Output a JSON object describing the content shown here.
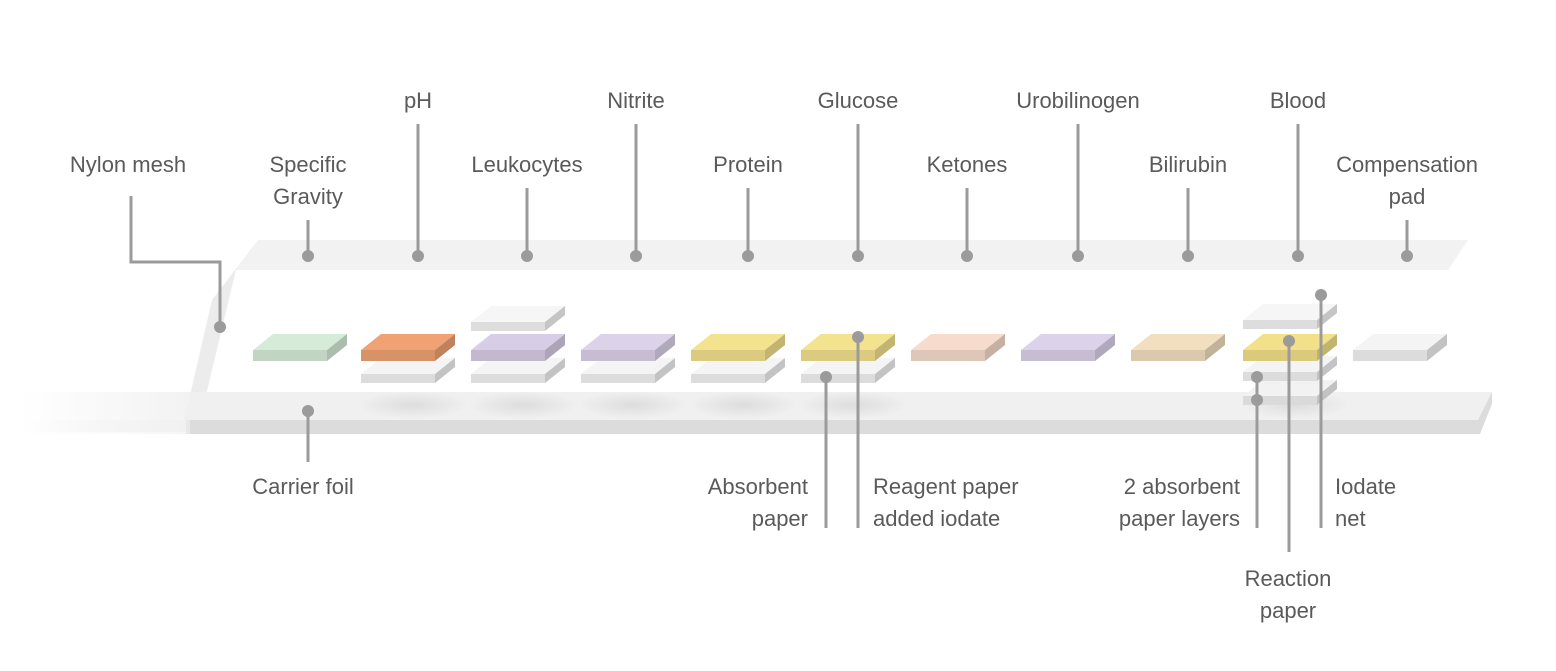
{
  "colors": {
    "leader": "#9b9b9b",
    "text": "#5a5a5a",
    "strip": "#f0f0f0"
  },
  "pads": [
    {
      "name": "Specific Gravity",
      "color": "#d7ecd8",
      "layers": [
        "#d7ecd8"
      ]
    },
    {
      "name": "pH",
      "color": "#f0a274",
      "layers": [
        "#f4f4f4",
        "#f0a274"
      ]
    },
    {
      "name": "Leukocytes",
      "color": "#d8cde6",
      "layers": [
        "#f4f4f4",
        "#d8cde6",
        "#f6f6f6"
      ]
    },
    {
      "name": "Nitrite",
      "color": "#dcd2ea",
      "layers": [
        "#f4f4f4",
        "#dcd2ea"
      ]
    },
    {
      "name": "Protein",
      "color": "#f3e28e",
      "layers": [
        "#f4f4f4",
        "#f3e28e"
      ]
    },
    {
      "name": "Glucose",
      "color": "#f3e28e",
      "layers": [
        "#f4f4f4",
        "#f3e28e"
      ]
    },
    {
      "name": "Ketones",
      "color": "#f7dccd",
      "layers": [
        "#f7dccd"
      ]
    },
    {
      "name": "Urobilinogen",
      "color": "#dcd2ea",
      "layers": [
        "#dcd2ea"
      ]
    },
    {
      "name": "Bilirubin",
      "color": "#f2dfbf",
      "layers": [
        "#f2dfbf"
      ]
    },
    {
      "name": "Blood",
      "color": "#f3e08a",
      "layers": [
        "#f2f2f2",
        "#f4f4f4",
        "#f3e08a",
        "#f6f6f6"
      ]
    },
    {
      "name": "Compensation pad",
      "color": "#f4f4f4",
      "layers": [
        "#f4f4f4"
      ]
    }
  ],
  "labels": {
    "top": [
      {
        "id": "nylon-mesh",
        "lines": [
          "Nylon mesh"
        ]
      },
      {
        "id": "specific-gravity",
        "lines": [
          "Specific",
          "Gravity"
        ]
      },
      {
        "id": "ph",
        "lines": [
          "pH"
        ]
      },
      {
        "id": "leukocytes",
        "lines": [
          "Leukocytes"
        ]
      },
      {
        "id": "nitrite",
        "lines": [
          "Nitrite"
        ]
      },
      {
        "id": "protein",
        "lines": [
          "Protein"
        ]
      },
      {
        "id": "glucose",
        "lines": [
          "Glucose"
        ]
      },
      {
        "id": "ketones",
        "lines": [
          "Ketones"
        ]
      },
      {
        "id": "urobilinogen",
        "lines": [
          "Urobilinogen"
        ]
      },
      {
        "id": "bilirubin",
        "lines": [
          "Bilirubin"
        ]
      },
      {
        "id": "blood",
        "lines": [
          "Blood"
        ]
      },
      {
        "id": "compensation-pad",
        "lines": [
          "Compensation",
          "pad"
        ]
      }
    ],
    "bottom": [
      {
        "id": "carrier-foil",
        "lines": [
          "Carrier foil"
        ]
      },
      {
        "id": "absorbent-paper",
        "lines": [
          "Absorbent",
          "paper"
        ]
      },
      {
        "id": "reagent-paper-added-iodate",
        "lines": [
          "Reagent paper",
          "added iodate"
        ]
      },
      {
        "id": "two-absorbent-paper-layers",
        "lines": [
          "2 absorbent",
          "paper layers"
        ]
      },
      {
        "id": "reaction-paper",
        "lines": [
          "Reaction",
          "paper"
        ]
      },
      {
        "id": "iodate-net",
        "lines": [
          "Iodate",
          "net"
        ]
      }
    ]
  }
}
